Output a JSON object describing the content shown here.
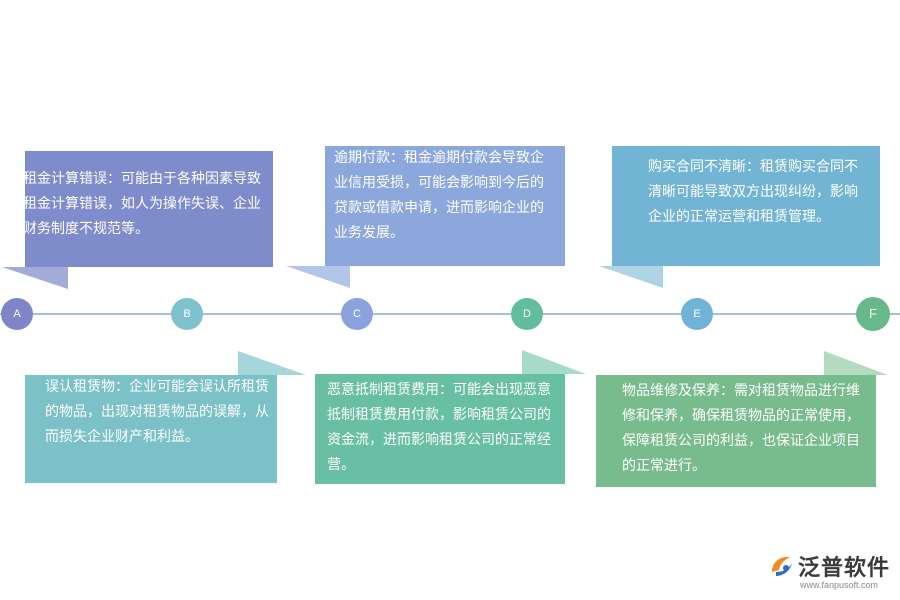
{
  "colors": {
    "line": "#a7bfd6",
    "card_a": "#7f8ccb",
    "card_b": "#7bc1c7",
    "card_c": "#8ba7dc",
    "card_d": "#69bfa3",
    "card_e": "#72b4d3",
    "card_f": "#78bb8d",
    "node_a": "#8085c7",
    "node_b": "#7fc1cc",
    "node_c": "#8ba2dc",
    "node_d": "#62bd9f",
    "node_e": "#6fb4d6",
    "node_f": "#66b98a",
    "logo_orange": "#f08a24",
    "logo_blue": "#2f6fb5"
  },
  "timeline": {
    "nodes": [
      {
        "label": "A"
      },
      {
        "label": "B"
      },
      {
        "label": "C"
      },
      {
        "label": "D"
      },
      {
        "label": "E"
      },
      {
        "label": "F"
      }
    ]
  },
  "cards": {
    "a": {
      "text": "租金计算错误：可能由于各种因素导致租金计算错误，如人为操作失误、企业财务制度不规范等。"
    },
    "b": {
      "text": "误认租赁物：企业可能会误认所租赁的物品，出现对租赁物品的误解，从而损失企业财产和利益。"
    },
    "c": {
      "text": "逾期付款：租金逾期付款会导致企业信用受损，可能会影响到今后的贷款或借款申请，进而影响企业的业务发展。"
    },
    "d": {
      "text": "恶意抵制租赁费用：可能会出现恶意抵制租赁费用付款，影响租赁公司的资金流，进而影响租赁公司的正常经营。"
    },
    "e": {
      "text": "购买合同不清晰：租赁购买合同不清晰可能导致双方出现纠纷，影响企业的正常运营和租赁管理。"
    },
    "f": {
      "text": "物品维修及保养：需对租赁物品进行维修和保养，确保租赁物品的正常使用，保障租赁公司的利益，也保证企业项目的正常进行。"
    }
  },
  "logo": {
    "name": "泛普软件",
    "url": "www.fanpusoft.com",
    "icon": "fanpu-logo-icon"
  }
}
